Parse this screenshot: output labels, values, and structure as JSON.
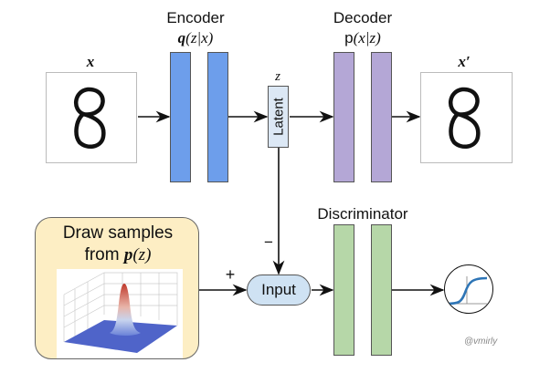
{
  "diagram": {
    "input_image_label": "x",
    "output_image_label": "x′",
    "encoder": {
      "title": "Encoder",
      "formula_prefix": "q",
      "formula_args": "(z|x)"
    },
    "decoder": {
      "title": "Decoder",
      "formula_prefix": "p",
      "formula_args": "(x|z)"
    },
    "latent": {
      "var": "z",
      "label": "Latent"
    },
    "discriminator": {
      "title": "Discriminator"
    },
    "prior_box": {
      "line1": "Draw samples",
      "line2_prefix": "from ",
      "line2_math": "p",
      "line2_args": "(z)"
    },
    "input_node": {
      "label": "Input"
    },
    "plus_sign": "+",
    "minus_sign": "−",
    "watermark": "@vmirly",
    "colors": {
      "encoder": "#6d9eeb",
      "decoder": "#b4a7d6",
      "discriminator": "#b6d7a8",
      "latent_fill": "#dce8f5",
      "input_fill": "#cfe2f3",
      "prior_fill": "#fdeec4",
      "sigmoid": "#2e75b6"
    }
  }
}
